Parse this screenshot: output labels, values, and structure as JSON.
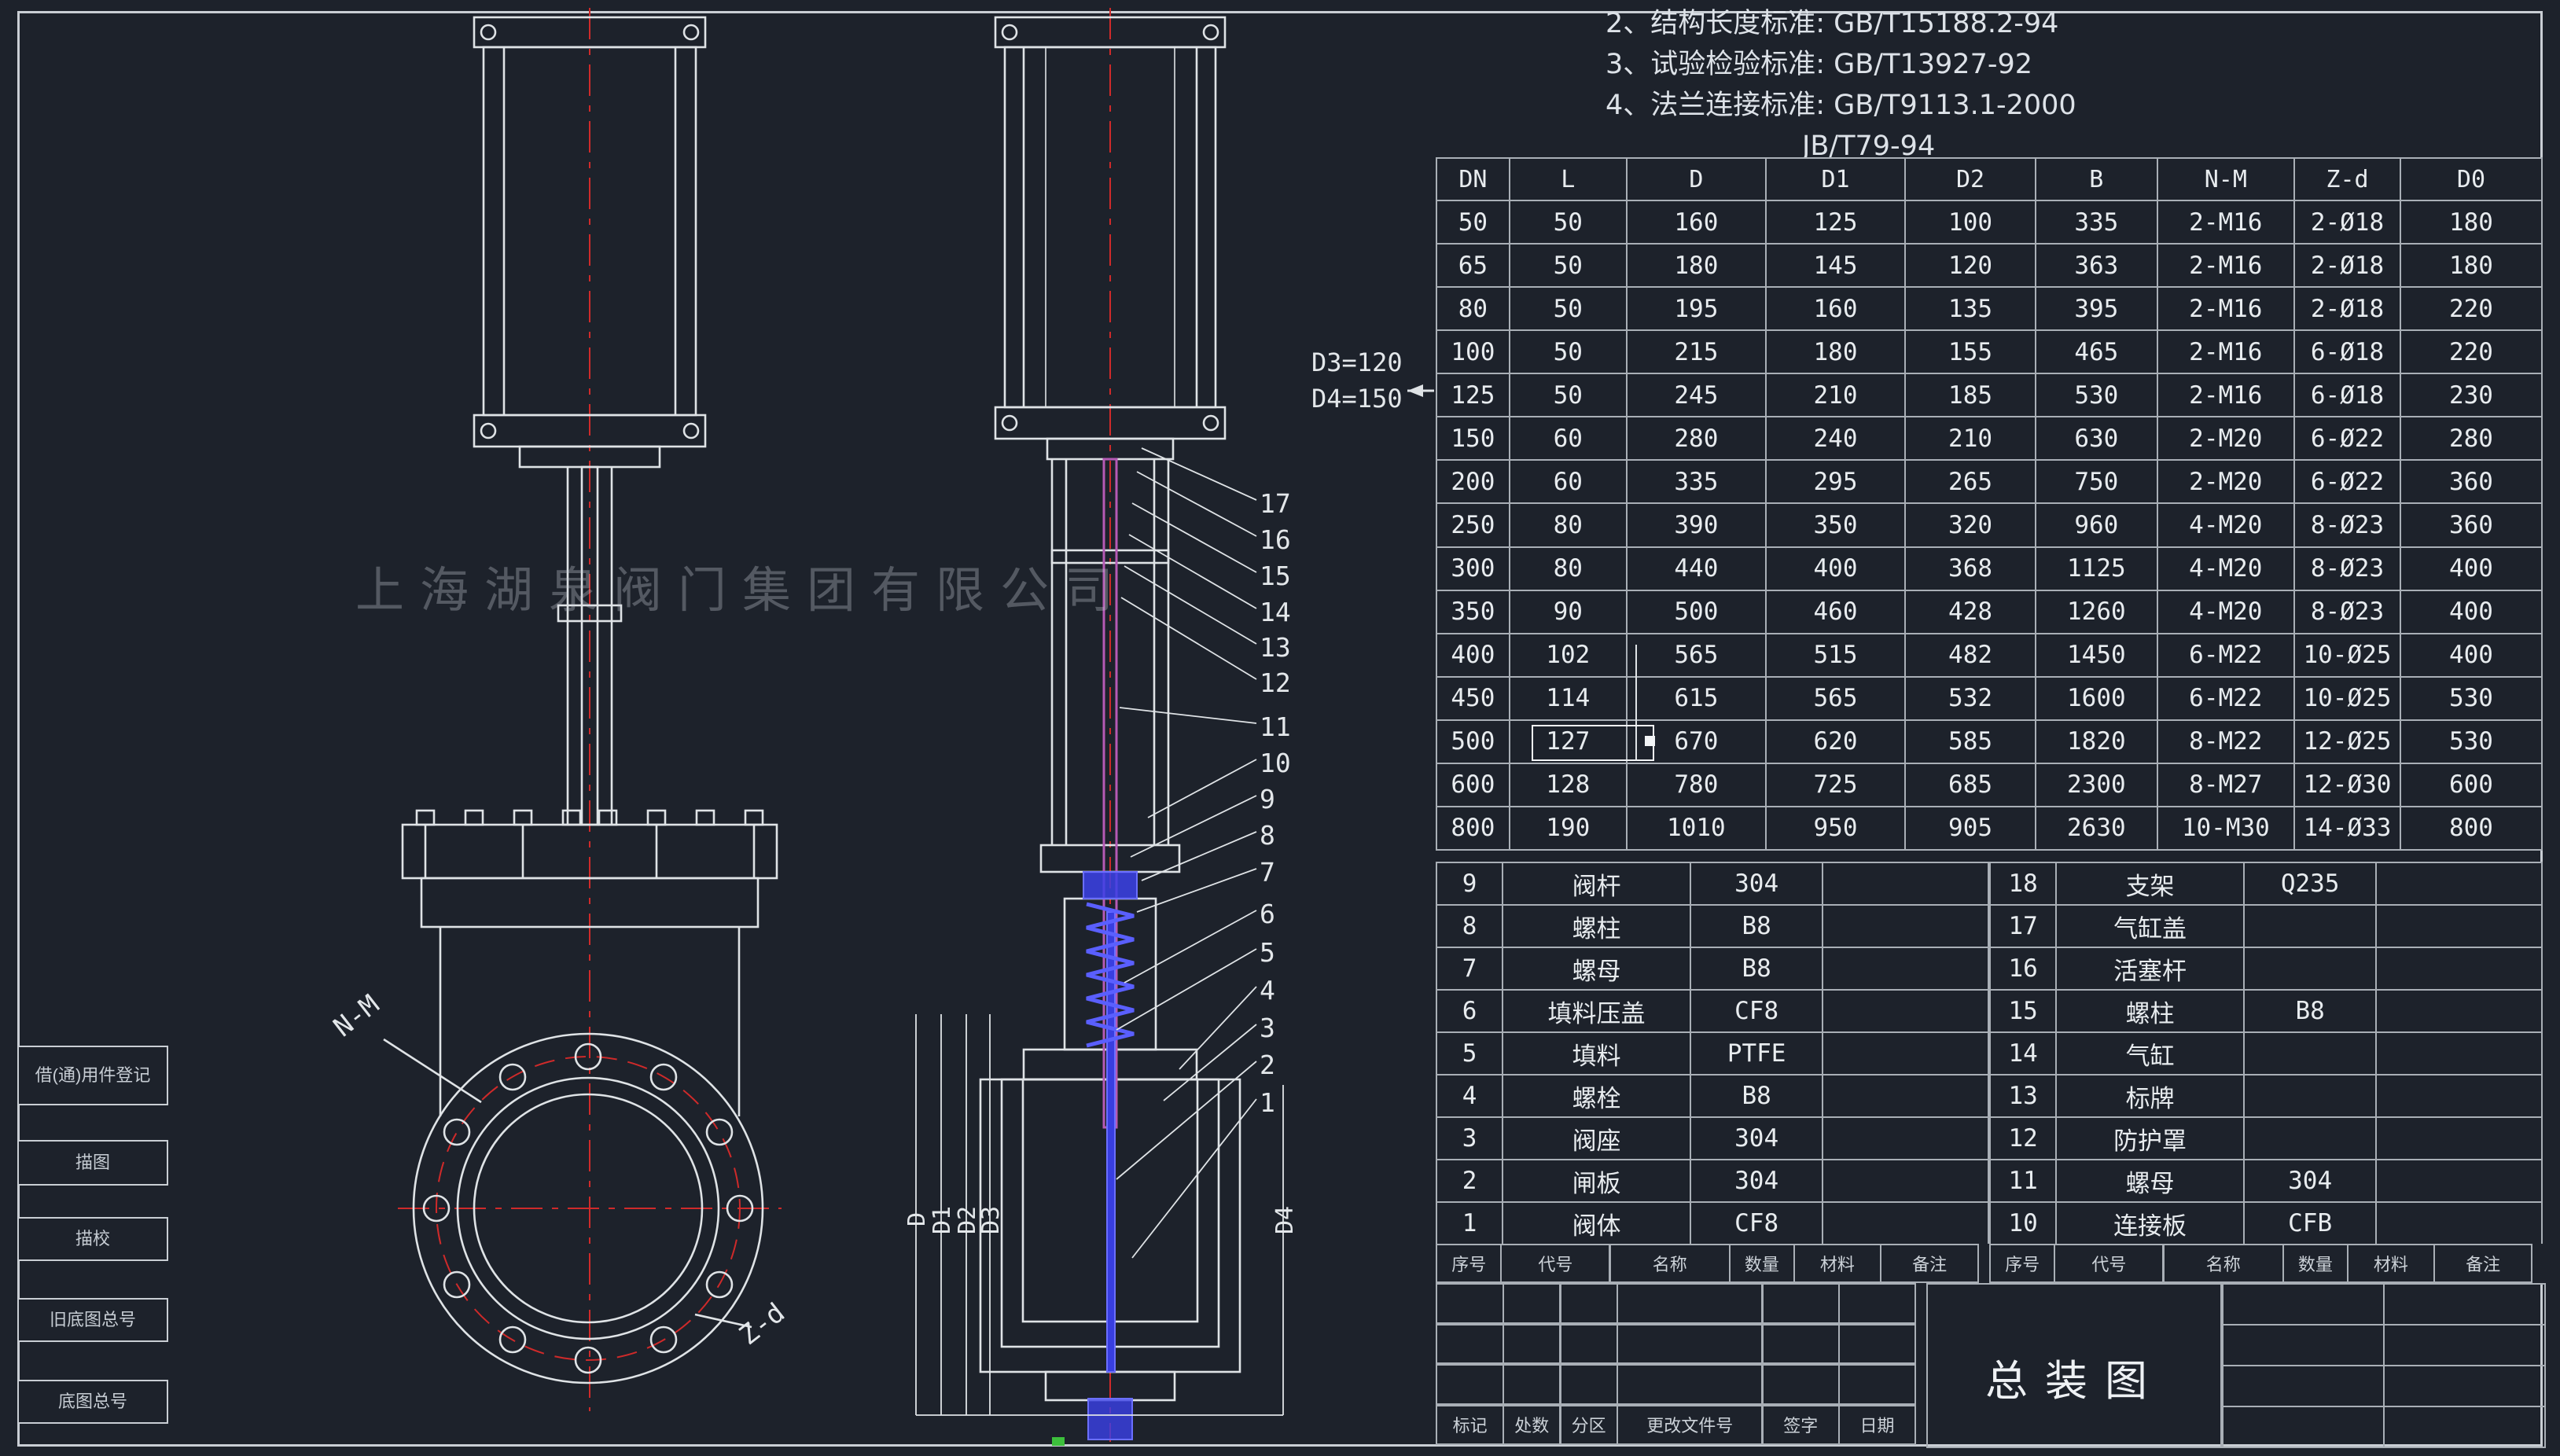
{
  "notes": {
    "line2": "2、结构长度标准: GB/T15188.2-94",
    "line3": "3、试验检验标准: GB/T13927-92",
    "line4": "4、法兰连接标准: GB/T9113.1-2000",
    "line5": "JB/T79-94"
  },
  "watermark": "上海湖泉阀门集团有限公司",
  "annotation": {
    "d3": "D3=120",
    "d4": "D4=150"
  },
  "dim_labels": {
    "d": "D",
    "d1": "D1",
    "d2": "D2",
    "d3": "D3",
    "d4": "D4",
    "nm": "N-M",
    "zd": "Z-d"
  },
  "callouts": [
    "17",
    "16",
    "15",
    "14",
    "13",
    "12",
    "11",
    "10",
    "9",
    "8",
    "7",
    "6",
    "5",
    "4",
    "3",
    "2",
    "1"
  ],
  "dim_table": {
    "headers": [
      "DN",
      "L",
      "D",
      "D1",
      "D2",
      "B",
      "N-M",
      "Z-d",
      "D0"
    ],
    "rows": [
      [
        "50",
        "50",
        "160",
        "125",
        "100",
        "335",
        "2-M16",
        "2-Ø18",
        "180"
      ],
      [
        "65",
        "50",
        "180",
        "145",
        "120",
        "363",
        "2-M16",
        "2-Ø18",
        "180"
      ],
      [
        "80",
        "50",
        "195",
        "160",
        "135",
        "395",
        "2-M16",
        "2-Ø18",
        "220"
      ],
      [
        "100",
        "50",
        "215",
        "180",
        "155",
        "465",
        "2-M16",
        "6-Ø18",
        "220"
      ],
      [
        "125",
        "50",
        "245",
        "210",
        "185",
        "530",
        "2-M16",
        "6-Ø18",
        "230"
      ],
      [
        "150",
        "60",
        "280",
        "240",
        "210",
        "630",
        "2-M20",
        "6-Ø22",
        "280"
      ],
      [
        "200",
        "60",
        "335",
        "295",
        "265",
        "750",
        "2-M20",
        "6-Ø22",
        "360"
      ],
      [
        "250",
        "80",
        "390",
        "350",
        "320",
        "960",
        "4-M20",
        "8-Ø23",
        "360"
      ],
      [
        "300",
        "80",
        "440",
        "400",
        "368",
        "1125",
        "4-M20",
        "8-Ø23",
        "400"
      ],
      [
        "350",
        "90",
        "500",
        "460",
        "428",
        "1260",
        "4-M20",
        "8-Ø23",
        "400"
      ],
      [
        "400",
        "102",
        "565",
        "515",
        "482",
        "1450",
        "6-M22",
        "10-Ø25",
        "400"
      ],
      [
        "450",
        "114",
        "615",
        "565",
        "532",
        "1600",
        "6-M22",
        "10-Ø25",
        "530"
      ],
      [
        "500",
        "127",
        "670",
        "620",
        "585",
        "1820",
        "8-M22",
        "12-Ø25",
        "530"
      ],
      [
        "600",
        "128",
        "780",
        "725",
        "685",
        "2300",
        "8-M27",
        "12-Ø30",
        "600"
      ],
      [
        "800",
        "190",
        "1010",
        "950",
        "905",
        "2630",
        "10-M30",
        "14-Ø33",
        "800"
      ]
    ]
  },
  "bom_left": {
    "rows": [
      [
        "9",
        "阀杆",
        "304",
        ""
      ],
      [
        "8",
        "螺柱",
        "B8",
        ""
      ],
      [
        "7",
        "螺母",
        "B8",
        ""
      ],
      [
        "6",
        "填料压盖",
        "CF8",
        ""
      ],
      [
        "5",
        "填料",
        "PTFE",
        ""
      ],
      [
        "4",
        "螺栓",
        "B8",
        ""
      ],
      [
        "3",
        "阀座",
        "304",
        ""
      ],
      [
        "2",
        "闸板",
        "304",
        ""
      ],
      [
        "1",
        "阀体",
        "CF8",
        ""
      ]
    ]
  },
  "bom_right": {
    "rows": [
      [
        "18",
        "支架",
        "Q235",
        ""
      ],
      [
        "17",
        "气缸盖",
        "",
        ""
      ],
      [
        "16",
        "活塞杆",
        "",
        ""
      ],
      [
        "15",
        "螺柱",
        "B8",
        ""
      ],
      [
        "14",
        "气缸",
        "",
        ""
      ],
      [
        "13",
        "标牌",
        "",
        ""
      ],
      [
        "12",
        "防护罩",
        "",
        ""
      ],
      [
        "11",
        "螺母",
        "304",
        ""
      ],
      [
        "10",
        "连接板",
        "CFB",
        ""
      ]
    ]
  },
  "bom_footer": [
    "序号",
    "代号",
    "名称",
    "数量",
    "材料",
    "备注"
  ],
  "frame_labels": [
    "借(通)用件登记",
    "描图",
    "描校",
    "旧底图总号",
    "底图总号"
  ],
  "titleblock": {
    "title": "总装图",
    "rev_labels": [
      "标记",
      "处数",
      "分区",
      "更改文件号",
      "签字",
      "日期"
    ]
  },
  "colors": {
    "background": "#1d222b",
    "line": "#dfe3e6",
    "centerline_red": "#cf2a2a",
    "part_blue": "#3b41e8",
    "stem_magenta": "#b55ab5"
  }
}
